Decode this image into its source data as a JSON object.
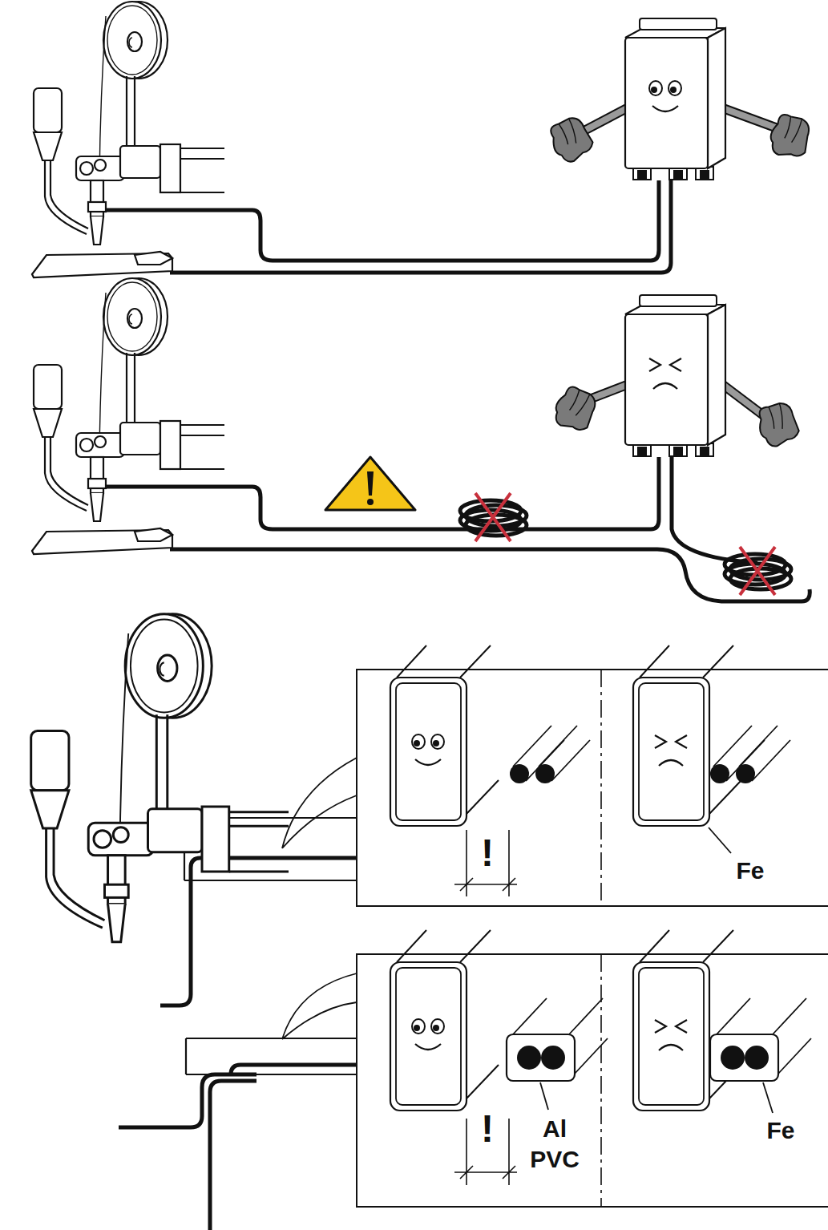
{
  "diagram": {
    "labels": [
      "!",
      "Fe",
      "!",
      "Al",
      "PVC",
      "Fe"
    ]
  }
}
